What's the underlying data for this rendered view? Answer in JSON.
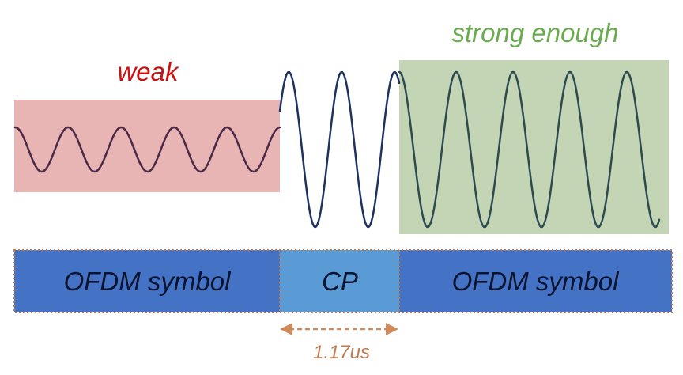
{
  "labels": {
    "weak": "weak",
    "strong": "strong enough",
    "duration": "1.17us"
  },
  "blocks": [
    {
      "label": "OFDM symbol"
    },
    {
      "label": "CP"
    },
    {
      "label": "OFDM symbol"
    }
  ],
  "colors": {
    "weak_region_fill": "#e8b4b4",
    "strong_region_fill": "#c3d5b5",
    "weak_label": "#cc1111",
    "strong_label": "#6aab50",
    "symbol_block": "#4472c4",
    "cp_block": "#5b9bd5",
    "block_border": "#c07a50",
    "block_text": "#0a1430",
    "arrow": "#d08a5a",
    "duration_text": "#c07a50",
    "wave_weak": "#4a2a45",
    "wave_cp": "#1d3260",
    "wave_strong": "#2c4a4f"
  }
}
